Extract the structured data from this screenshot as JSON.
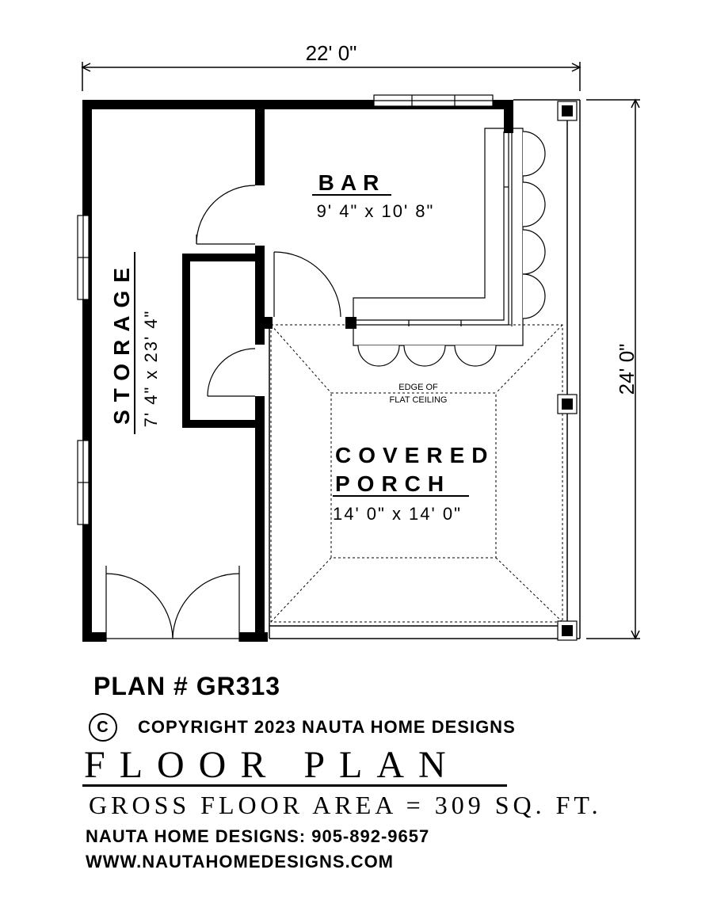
{
  "dimensions": {
    "overall_width": "22' 0\"",
    "overall_depth": "24' 0\""
  },
  "rooms": {
    "bar": {
      "name": "BAR",
      "size": "9' 4\" x 10' 8\""
    },
    "storage": {
      "name": "STORAGE",
      "size": "7' 4\" x 23' 4\""
    },
    "porch": {
      "name_line1": "COVERED",
      "name_line2": "PORCH",
      "size": "14' 0\" x 14' 0\""
    },
    "ceiling_note_line1": "EDGE OF",
    "ceiling_note_line2": "FLAT CEILING"
  },
  "footer": {
    "plan_number": "PLAN # GR313",
    "copyright_symbol": "C",
    "copyright": "COPYRIGHT 2023 NAUTA HOME DESIGNS",
    "title": "FLOOR PLAN",
    "gross_area": "GROSS FLOOR AREA = 309 SQ. FT.",
    "contact": "NAUTA HOME DESIGNS:  905-892-9657",
    "website": "WWW.NAUTAHOMEDESIGNS.COM"
  },
  "colors": {
    "ink": "#000000",
    "paper": "#ffffff"
  }
}
